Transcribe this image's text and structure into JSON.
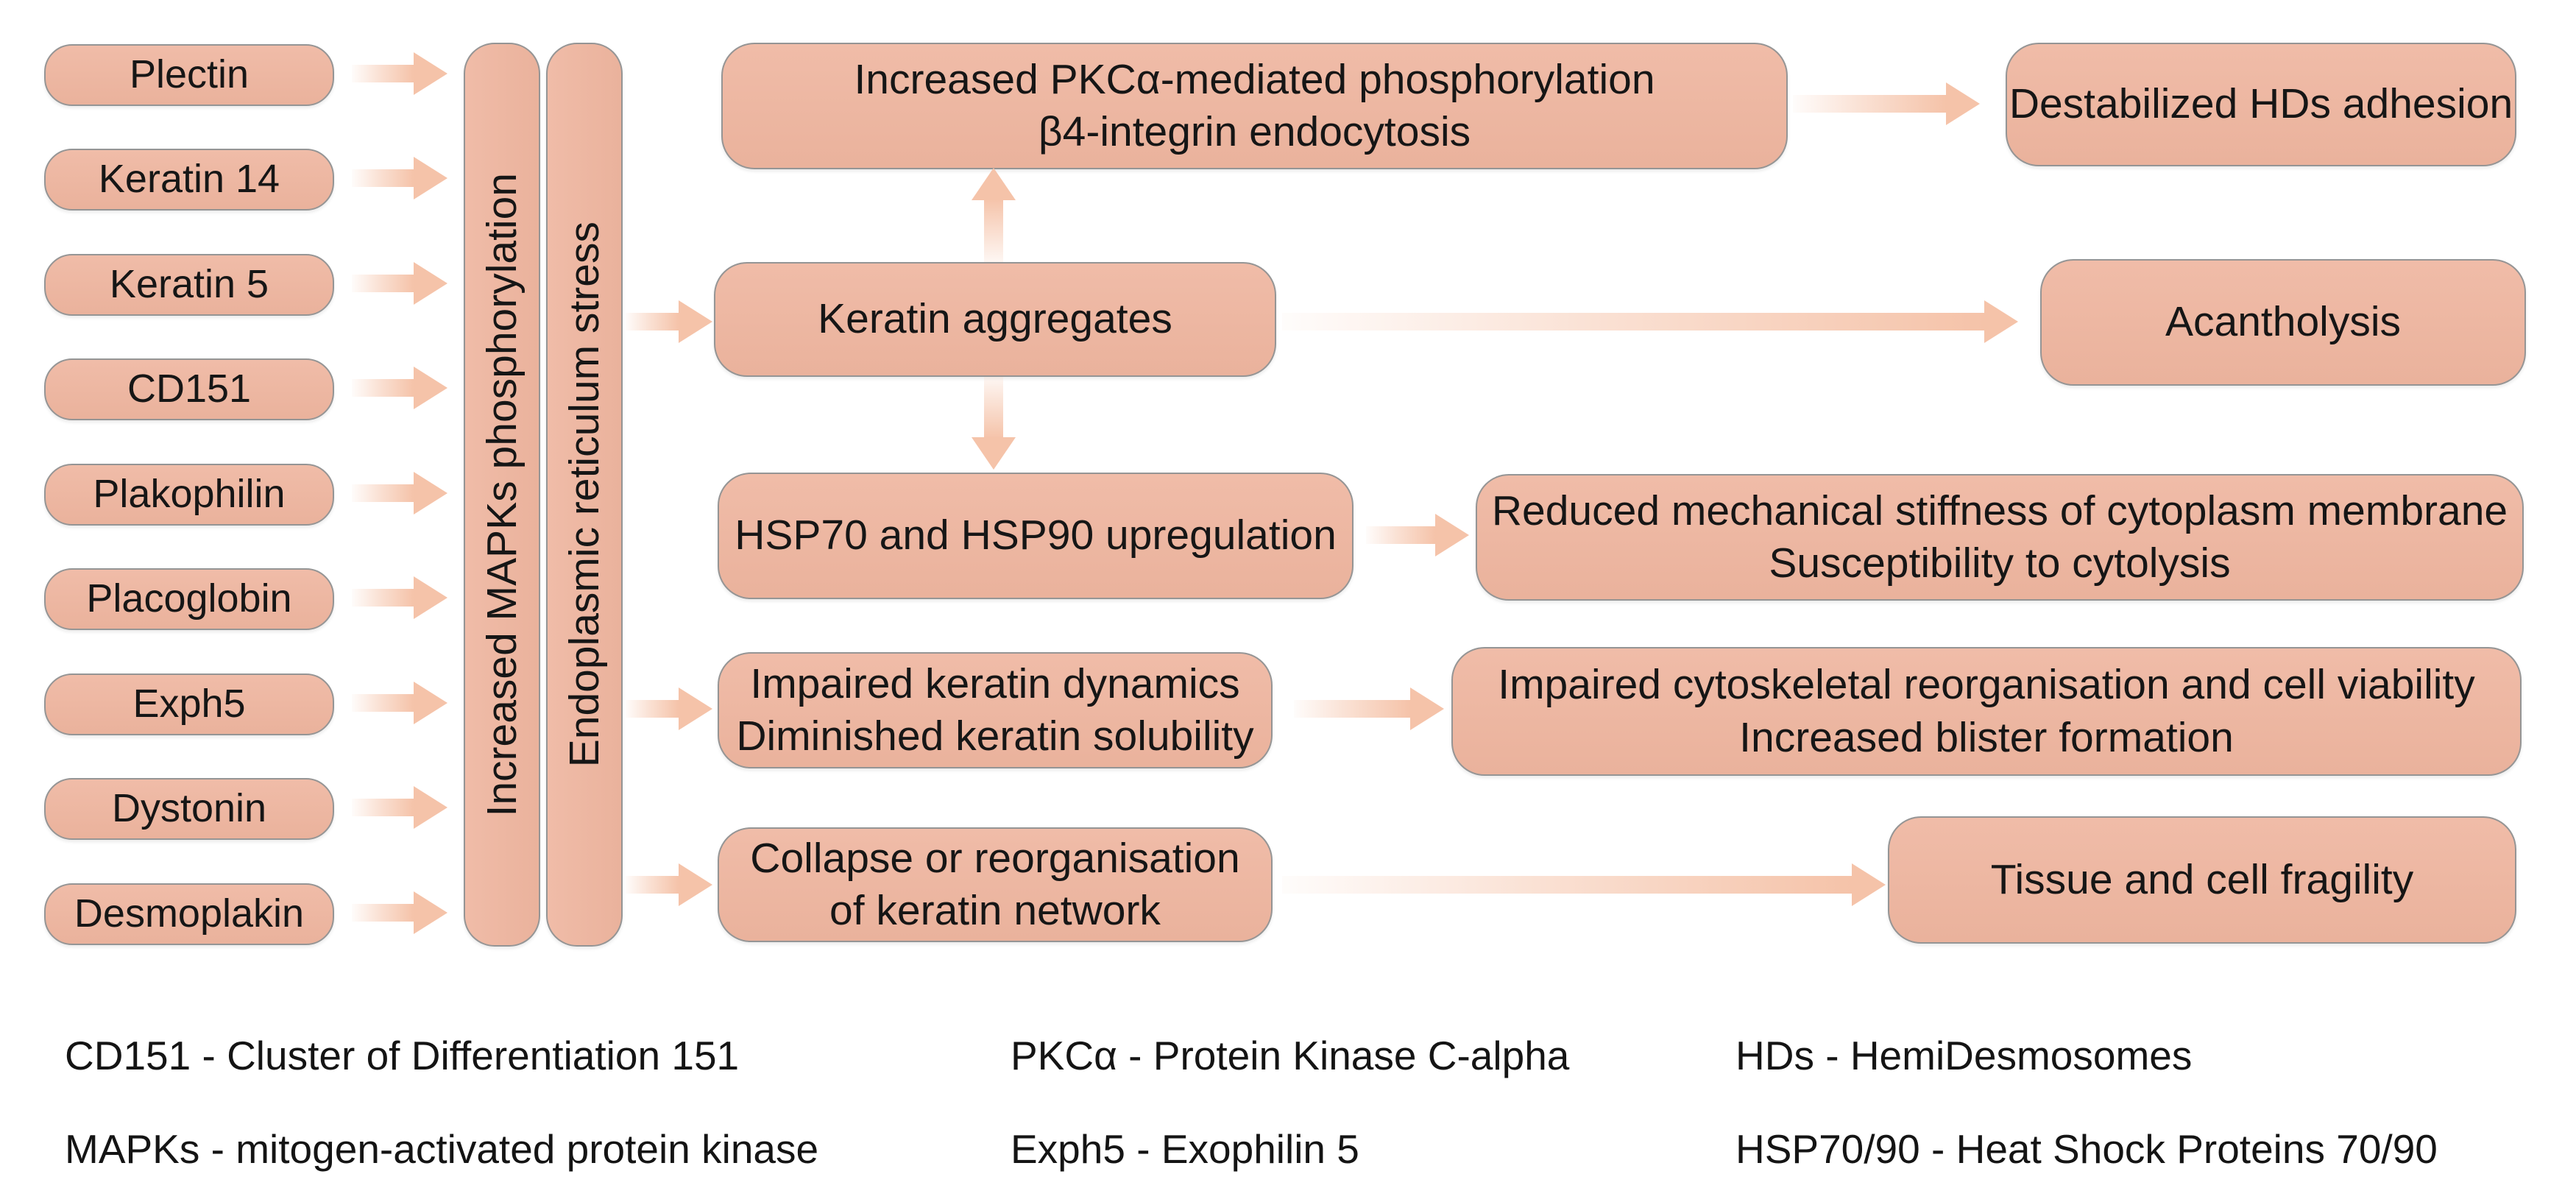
{
  "flow": {
    "sources": [
      "Plectin",
      "Keratin 14",
      "Keratin 5",
      "CD151",
      "Plakophilin",
      "Placoglobin",
      "Exph5",
      "Dystonin",
      "Desmoplakin"
    ],
    "mediators": [
      "Increased MAPKs phosphorylation",
      "Endoplasmic reticulum stress"
    ],
    "center": {
      "pkc_line1": "Increased PKCα-mediated phosphorylation",
      "pkc_line2": "β4-integrin endocytosis",
      "keratin_aggregates": "Keratin aggregates",
      "hsp": "HSP70 and HSP90 upregulation",
      "impaired_line1": "Impaired keratin dynamics",
      "impaired_line2": "Diminished keratin solubility",
      "collapse_line1": "Collapse or reorganisation",
      "collapse_line2": "of keratin network"
    },
    "outcomes": {
      "destabilized": "Destabilized HDs adhesion",
      "acantholysis": "Acantholysis",
      "reduced_line1": "Reduced mechanical stiffness of cytoplasm membrane",
      "reduced_line2": "Susceptibility to cytolysis",
      "cytoskeletal_line1": "Impaired cytoskeletal reorganisation and cell viability",
      "cytoskeletal_line2": "Increased blister formation",
      "fragility": "Tissue and cell fragility"
    },
    "legend": [
      [
        "CD151 - Cluster of Differentiation 151",
        "MAPKs - mitogen-activated protein kinase"
      ],
      [
        "PKCα - Protein Kinase C-alpha",
        "Exph5 - Exophilin 5"
      ],
      [
        "HDs - HemiDesmosomes",
        "HSP70/90 - Heat Shock Proteins 70/90"
      ]
    ],
    "colors": {
      "box_fill": "#eeb6a1",
      "box_border": "#959595",
      "arrow": "#f5c3a9",
      "text": "#161616",
      "background": "#ffffff"
    }
  }
}
